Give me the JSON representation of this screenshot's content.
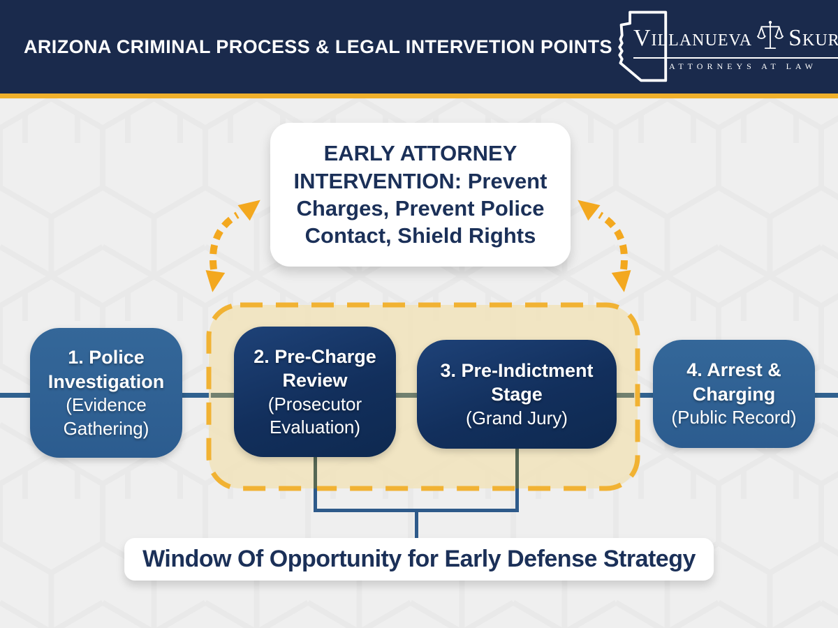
{
  "header": {
    "title": "ARIZONA CRIMINAL PROCESS & LEGAL INTERVETION POINTS",
    "logo": {
      "firm_name_1": "Villanueva",
      "firm_name_2": "Skura",
      "tagline": "ATTORNEYS AT LAW"
    }
  },
  "callouts": {
    "early_intervention": {
      "lead": "EARLY ATTORNEY INTERVENTION:",
      "body": " Prevent Charges, Prevent Police Contact, Shield Rights"
    },
    "window_of_opportunity": "Window Of Opportunity for Early Defense Strategy"
  },
  "stages": [
    {
      "title": "1. Police Investigation",
      "subtitle": "(Evidence Gathering)"
    },
    {
      "title": "2. Pre-Charge Review",
      "subtitle": "(Prosecutor Evaluation)"
    },
    {
      "title": "3. Pre-Indictment Stage",
      "subtitle": "(Grand Jury)"
    },
    {
      "title": "4. Arrest & Charging",
      "subtitle": "(Public Record)"
    }
  ],
  "colors": {
    "header-navy": "#1a2a4c",
    "gold": "#f0b02b",
    "gold-arrow": "#f3a81f",
    "tan": "#f1e3bf",
    "stage-blue-top": "#346799",
    "stage-navy-top": "#1e4278",
    "text-navy": "#1b3058",
    "line-blue": "#30618f",
    "bg-gray": "#efefef"
  }
}
